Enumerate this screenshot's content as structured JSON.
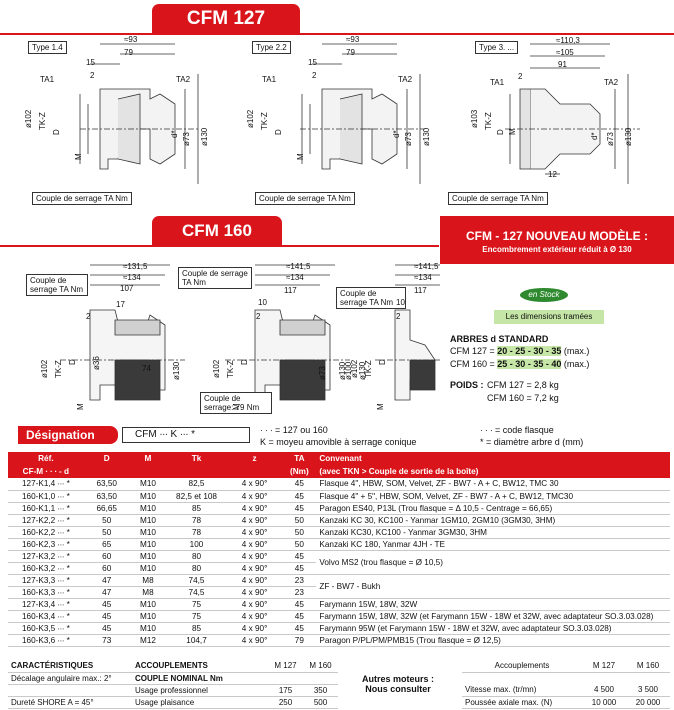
{
  "cfm127": {
    "title": "CFM 127",
    "types": [
      "Type 1.4",
      "Type 2.2",
      "Type 3. ..."
    ],
    "torque_label": "Couple de serrage TA Nm",
    "dims": {
      "t1": {
        "top1": "≈93",
        "top2": "79",
        "a": "15",
        "b": "2",
        "ta1": "TA1",
        "ta2": "TA2",
        "left": [
          "ø102",
          "TK-Z",
          "D",
          "M"
        ],
        "right": [
          "d*",
          "ø73",
          "ø130"
        ]
      },
      "t2": {
        "top1": "≈93",
        "top2": "79",
        "a": "15",
        "b": "2",
        "ta1": "TA1",
        "ta2": "TA2",
        "left": [
          "ø102",
          "TK-Z",
          "D",
          "M"
        ],
        "right": [
          "d*",
          "ø73",
          "ø130"
        ]
      },
      "t3": {
        "top1": "≈110,3",
        "top2": "≈105",
        "top3": "91",
        "a": "2",
        "ta1": "TA1",
        "ta2": "TA2",
        "left": [
          "ø103",
          "TK-Z",
          "D",
          "M"
        ],
        "right": [
          "d*",
          "ø73",
          "ø130"
        ],
        "bottom": "12"
      }
    }
  },
  "cfm160": {
    "title": "CFM 160",
    "torque_label_1": "Couple de serrage TA Nm",
    "torque_label_2": "Couple de serrage TA Nm",
    "torque_label_3": "Couple de serrage TA Nm",
    "torque_label_79": "Couple de serrage: 79 Nm",
    "dims": {
      "d1": {
        "top1": "≈131,5",
        "top2": "≈134",
        "top3": "107",
        "a": "17",
        "b": "2",
        "left": [
          "ø102",
          "TK-Z",
          "D",
          "M"
        ],
        "right": [
          "ø36",
          "ø130"
        ]
      },
      "d2": {
        "top1": "≈141,5",
        "top2": "≈134",
        "top3": "117",
        "a": "10",
        "b": "2",
        "left": [
          "ø102",
          "TK-Z",
          "D",
          "M"
        ],
        "right": [
          "ø73",
          "ø130"
        ],
        "mid": "74"
      },
      "d3": {
        "top1": "≈141,5",
        "top2": "≈134",
        "top3": "117",
        "a": "10",
        "b": "2",
        "left": [
          "ø102",
          "TK-Z",
          "D",
          "M"
        ],
        "right": [
          "ø100",
          "ø130"
        ]
      }
    }
  },
  "new_model": {
    "title": "CFM - 127 NOUVEAU MODÈLE :",
    "subtitle": "Encombrement extérieur réduit à Ø 130",
    "stock": "en Stock",
    "frame_note": "Les dimensions tramées",
    "shafts_title": "ARBRES d STANDARD",
    "shaft_127_label": "CFM 127 =",
    "shaft_127_values": "20 - 25 - 30 - 35",
    "shaft_127_unit": "(max.)",
    "shaft_160_label": "CFM 160 =",
    "shaft_160_values": "25 - 30 - 35 - 40",
    "shaft_160_unit": "(max.)",
    "weight_label": "POIDS :",
    "weight_127": "CFM 127 = 2,8 kg",
    "weight_160": "CFM 160 = 7,2 kg"
  },
  "designation": {
    "title": "Désignation",
    "code": "CFM ∙∙∙ K ∙∙∙ *",
    "legend": [
      "∙ ∙ ∙ = 127 ou 160",
      "K     = moyeu amovible à serrage conique",
      "∙ ∙ ∙ = code flasque",
      "*     = diamètre arbre d (mm)"
    ]
  },
  "table": {
    "headers": [
      "Réf.",
      "D",
      "M",
      "Tk",
      "z",
      "TA",
      "Convenant"
    ],
    "headers2": [
      "CF-M ∙ ∙ ∙ - d",
      "",
      "",
      "",
      "",
      "(Nm)",
      "(avec TKN > Couple de sortie de la boîte)"
    ],
    "rows": [
      [
        "127-K1,4 ∙∙∙ *",
        "63,50",
        "M10",
        "82,5",
        "4 x 90°",
        "45",
        "Flasque 4\", HBW, SOM, Velvet, ZF - BW7 - A + C, BW12, TMC 30"
      ],
      [
        "160-K1,0 ∙∙∙ *",
        "63,50",
        "M10",
        "82,5 et 108",
        "4 x 90°",
        "45",
        "Flasque 4\" + 5\", HBW, SOM, Velvet, ZF - BW7 - A + C, BW12, TMC30"
      ],
      [
        "160-K1,1 ∙∙∙ *",
        "66,65",
        "M10",
        "85",
        "4 x 90°",
        "45",
        "Paragon ES40, P13L (Trou flasque = Δ 10,5 - Centrage = 66,65)"
      ],
      [
        "127-K2,2 ∙∙∙ *",
        "50",
        "M10",
        "78",
        "4 x 90°",
        "50",
        "Kanzaki KC 30, KC100 - Yanmar 1GM10, 2GM10 (3GM30, 3HM)"
      ],
      [
        "160-K2,2 ∙∙∙ *",
        "50",
        "M10",
        "78",
        "4 x 90°",
        "50",
        "Kanzaki KC30, KC100 - Yanmar 3GM30, 3HM"
      ],
      [
        "160-K2,3 ∙∙∙ *",
        "65",
        "M10",
        "100",
        "4 x 90°",
        "50",
        "Kanzaki KC 180, Yanmar 4JH - TE"
      ],
      [
        "127-K3,2 ∙∙∙ *",
        "60",
        "M10",
        "80",
        "4 x 90°",
        "45",
        ""
      ],
      [
        "160-K3,2 ∙∙∙ *",
        "60",
        "M10",
        "80",
        "4 x 90°",
        "45",
        ""
      ],
      [
        "127-K3,3 ∙∙∙ *",
        "47",
        "M8",
        "74,5",
        "4 x 90°",
        "23",
        ""
      ],
      [
        "160-K3,3 ∙∙∙ *",
        "47",
        "M8",
        "74,5",
        "4 x 90°",
        "23",
        ""
      ],
      [
        "127-K3,4 ∙∙∙ *",
        "45",
        "M10",
        "75",
        "4 x 90°",
        "45",
        "Farymann 15W, 18W, 32W"
      ],
      [
        "160-K3,4 ∙∙∙ *",
        "45",
        "M10",
        "75",
        "4 x 90°",
        "45",
        "Farymann 15W, 18W, 32W (et Farymann 15W - 18W et 32W, avec adaptateur SO.3.03.028)"
      ],
      [
        "160-K3,5 ∙∙∙ *",
        "45",
        "M10",
        "85",
        "4 x 90°",
        "45",
        "Farymann 95W (et Farymann 15W - 18W et 32W, avec adaptateur SO.3.03.028)"
      ],
      [
        "160-K3,6 ∙∙∙ *",
        "73",
        "M12",
        "104,7",
        "4 x 90°",
        "79",
        "Paragon P/PL/PM/PMB15 (Trou flasque = Ø 12,5)"
      ]
    ],
    "merged_volvo": "Volvo MS2 (trou flasque = Ø 10,5)",
    "merged_zf": "ZF - BW7 - Bukh"
  },
  "bottom": {
    "carac_title": "CARACTÉRISTIQUES",
    "carac_1": "Décalage angulaire max.: 2°",
    "carac_2": "Dureté SHORE A = 45°",
    "acc_title": "ACCOUPLEMENTS",
    "acc_nominal": "COUPLE NOMINAL Nm",
    "acc_m127": "M 127",
    "acc_m160": "M 160",
    "usage_pro": "Usage professionnel",
    "usage_pro_127": "175",
    "usage_pro_160": "350",
    "usage_pl": "Usage plaisance",
    "usage_pl_127": "250",
    "usage_pl_160": "500",
    "motors_1": "Autres moteurs :",
    "motors_2": "Nous consulter",
    "acc2_title": "Accouplements",
    "acc2_m127": "M 127",
    "acc2_m160": "M 160",
    "speed_label": "Vitesse max. (tr/mn)",
    "speed_127": "4 500",
    "speed_160": "3 500",
    "thrust_label": "Poussée axiale max. (N)",
    "thrust_127": "10 000",
    "thrust_160": "20 000"
  }
}
